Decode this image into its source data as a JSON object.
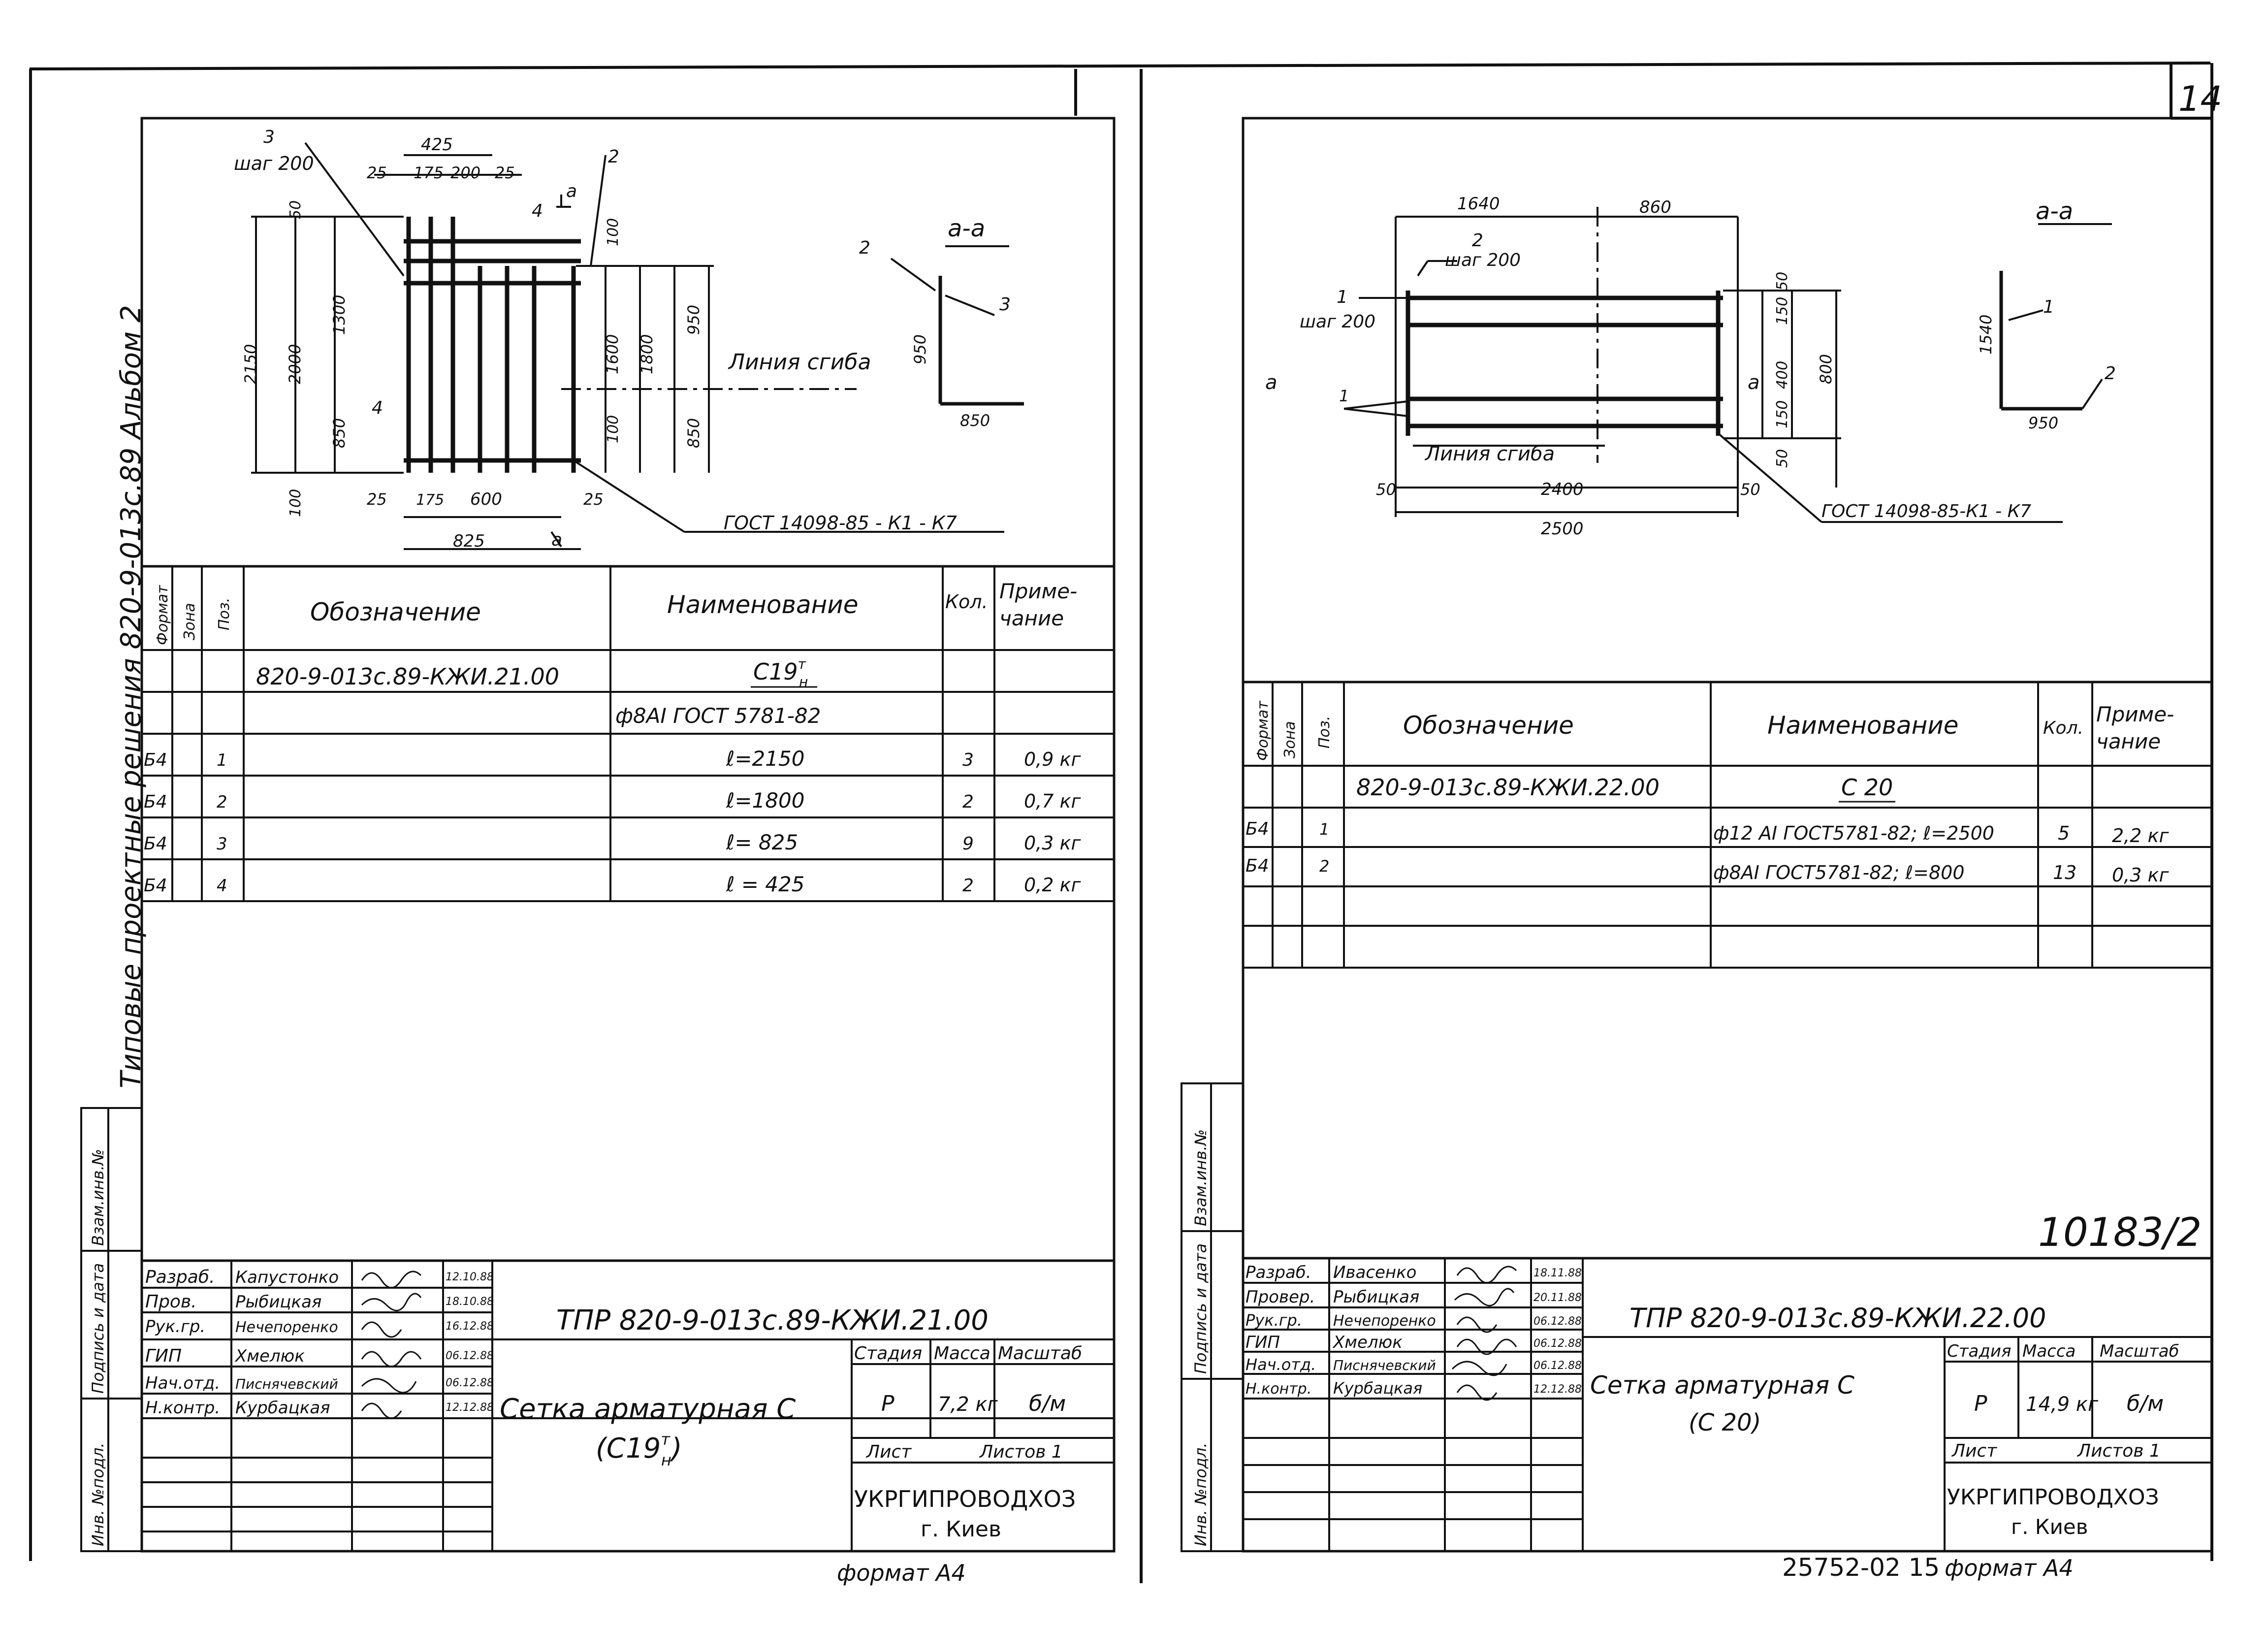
{
  "page_number": "14",
  "bottom_format_label_left": "формат А4",
  "bottom_format_label_right": "формат А4",
  "bottom_archive_number": "25752-02 15",
  "left_margin_vertical_text": "Типовые проектные решения 820-9-013с.89 Альбом 2",
  "left_sheet": {
    "side_stamp_labels": [
      "Инв. №подл.",
      "Подпись и дата",
      "Взам.инв.№"
    ],
    "drawing": {
      "label_3": "3",
      "label_step": "шаг 200",
      "label_2": "2",
      "label_4a": "4",
      "label_4b": "4",
      "section_mark": "а",
      "section_mark_2": "а",
      "dim_425": "425",
      "dims_top_row": [
        "25",
        "175",
        "200",
        "25"
      ],
      "dim_50": "50",
      "dims_left": [
        "2150",
        "2000",
        "1300",
        "850",
        "100"
      ],
      "dims_right": [
        "100",
        "1600",
        "1800",
        "950",
        "100",
        "850"
      ],
      "bend_line": "Линия сгиба",
      "dims_bottom_row": [
        "25",
        "175",
        "600",
        "25"
      ],
      "dim_825": "825",
      "gost_note": "ГОСТ 14098-85 - К1 - К7",
      "section_title": "а-а",
      "section_label_2": "2",
      "section_label_3": "3",
      "section_dim_950": "950",
      "section_dim_850": "850"
    },
    "spec": {
      "headers": [
        "Формат",
        "Зона",
        "Поз.",
        "Обозначение",
        "Наименование",
        "Кол.",
        "Приме-чание"
      ],
      "header_note_line1": "Приме-",
      "header_note_line2": "чание",
      "doc_code": "820-9-013с.89-КЖИ.21.00",
      "item_name": "С19",
      "item_name_sup": "т",
      "item_name_sub": "н",
      "material": "ф8АI ГОСТ 5781-82",
      "rows": [
        {
          "format": "Б4",
          "pos": "1",
          "name": "ℓ=2150",
          "qty": "3",
          "note": "0,9 кг"
        },
        {
          "format": "Б4",
          "pos": "2",
          "name": "ℓ=1800",
          "qty": "2",
          "note": "0,7 кг"
        },
        {
          "format": "Б4",
          "pos": "3",
          "name": "ℓ= 825",
          "qty": "9",
          "note": "0,3 кг"
        },
        {
          "format": "Б4",
          "pos": "4",
          "name": "ℓ = 425",
          "qty": "2",
          "note": "0,2 кг"
        }
      ]
    },
    "title_block": {
      "roles": [
        "Разраб.",
        "Пров.",
        "Рук.гр.",
        "ГИП",
        "Нач.отд.",
        "Н.контр."
      ],
      "names": [
        "Капустонко",
        "Рыбицкая",
        "Нечепоренко",
        "Хмелюк",
        "Писнячевский",
        "Курбацкая"
      ],
      "dates": [
        "12.10.88",
        "18.10.88",
        "16.12.88",
        "06.12.88",
        "06.12.88",
        "12.12.88"
      ],
      "doc_title": "ТПР 820-9-013с.89-КЖИ.21.00",
      "product_name_line1": "Сетка арматурная С",
      "product_name_line2": "(С19",
      "product_name_line2_end": ")",
      "product_sup": "т",
      "product_sub": "н",
      "col_stage": "Стадия",
      "col_mass": "Масса",
      "col_scale": "Масштаб",
      "stage": "Р",
      "mass": "7,2 кг",
      "scale": "б/м",
      "sheet_label": "Лист",
      "sheets_label": "Листов 1",
      "org_line1": "УКРГИПРОВОДХОЗ",
      "org_line2": "г. Киев"
    }
  },
  "right_sheet": {
    "side_stamp_labels": [
      "Инв. №подл.",
      "Подпись и дата",
      "Взам.инв.№"
    ],
    "drawing": {
      "dim_1640": "1640",
      "dim_860": "860",
      "label_2": "2",
      "label_step_top": "шаг 200",
      "label_1": "1",
      "label_step_left": "шаг 200",
      "label_1b": "1",
      "section_mark_left": "а",
      "section_mark_right": "а",
      "dims_right": [
        "50",
        "150",
        "400",
        "150",
        "50",
        "800"
      ],
      "bend_line": "Линия сгиба",
      "dim_50_left": "50",
      "dim_2400": "2400",
      "dim_50_right": "50",
      "dim_2500": "2500",
      "gost_note": "ГОСТ 14098-85-К1 - К7",
      "section_title": "а-а",
      "section_label_1": "1",
      "section_label_2": "2",
      "section_dim_1540": "1540",
      "section_dim_950": "950"
    },
    "spec": {
      "headers": [
        "Формат",
        "Зона",
        "Поз.",
        "Обозначение",
        "Наименование",
        "Кол.",
        "Приме-чание"
      ],
      "header_note_line1": "Приме-",
      "header_note_line2": "чание",
      "doc_code": "820-9-013с.89-КЖИ.22.00",
      "item_name": "С 20",
      "rows": [
        {
          "format": "Б4",
          "pos": "1",
          "name": "ф12 АI ГОСТ5781-82; ℓ=2500",
          "qty": "5",
          "note": "2,2 кг"
        },
        {
          "format": "Б4",
          "pos": "2",
          "name": "ф8АI ГОСТ5781-82; ℓ=800",
          "qty": "13",
          "note": "0,3 кг"
        }
      ]
    },
    "inventory_number": "10183/2",
    "title_block": {
      "roles": [
        "Разраб.",
        "Провер.",
        "Рук.гр.",
        "ГИП",
        "Нач.отд.",
        "Н.контр."
      ],
      "names": [
        "Ивасенко",
        "Рыбицкая",
        "Нечепоренко",
        "Хмелюк",
        "Писнячевский",
        "Курбацкая"
      ],
      "dates": [
        "18.11.88",
        "20.11.88",
        "06.12.88",
        "06.12.88",
        "06.12.88",
        "12.12.88"
      ],
      "doc_title": "ТПР 820-9-013с.89-КЖИ.22.00",
      "product_name_line1": "Сетка арматурная С",
      "product_name_line2": "(С 20)",
      "col_stage": "Стадия",
      "col_mass": "Масса",
      "col_scale": "Масштаб",
      "stage": "Р",
      "mass": "14,9 кг",
      "scale": "б/м",
      "sheet_label": "Лист",
      "sheets_label": "Листов 1",
      "org_line1": "УКРГИПРОВОДХОЗ",
      "org_line2": "г. Киев"
    }
  }
}
